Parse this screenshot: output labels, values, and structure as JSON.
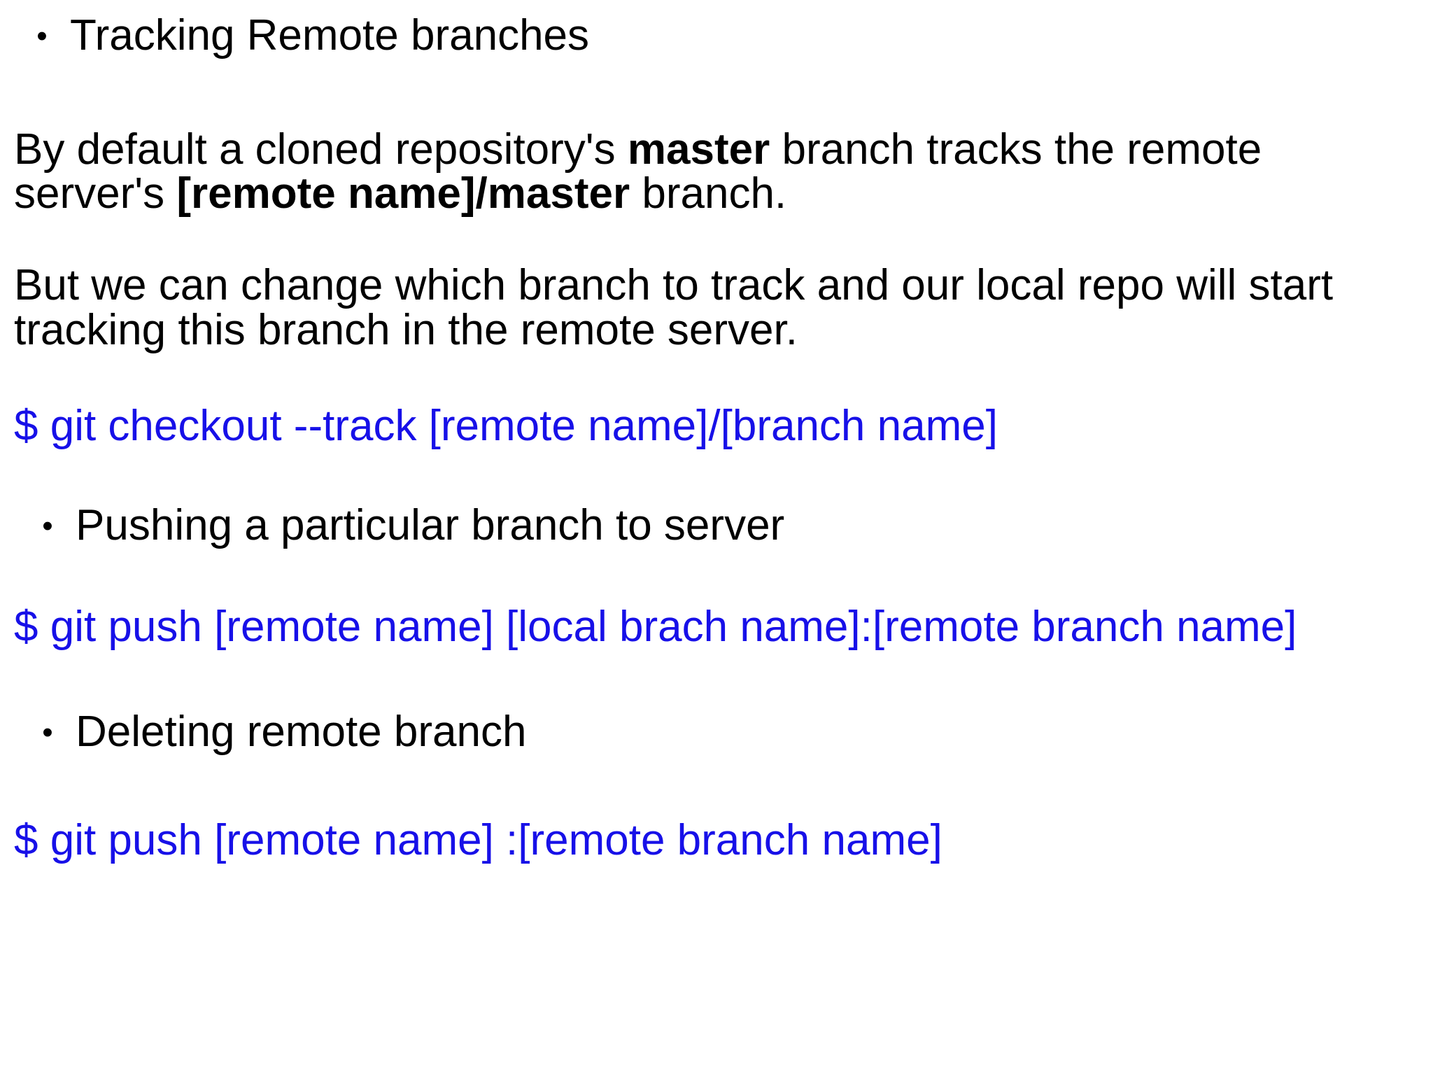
{
  "slide": {
    "background_color": "#ffffff",
    "text_color": "#000000",
    "command_color": "#1710e8"
  },
  "bullets": {
    "tracking": "Tracking Remote branches",
    "pushing": "Pushing a particular branch to server",
    "deleting": "Deleting remote branch",
    "marker": "•"
  },
  "paragraphs": {
    "default_tracking": {
      "part1": "By default a cloned repository's ",
      "bold1": "master",
      "part2": " branch tracks the remote server's ",
      "bold2": "[remote name]/master",
      "part3": " branch."
    },
    "change_tracking": "But we can change which branch to track and our local repo will start tracking this branch in the remote server."
  },
  "commands": {
    "checkout_track": "$ git checkout --track [remote name]/[branch name]",
    "push_branch": "$ git push [remote name] [local brach name]:[remote branch name]",
    "push_delete": "$ git push [remote name] :[remote branch name]"
  }
}
